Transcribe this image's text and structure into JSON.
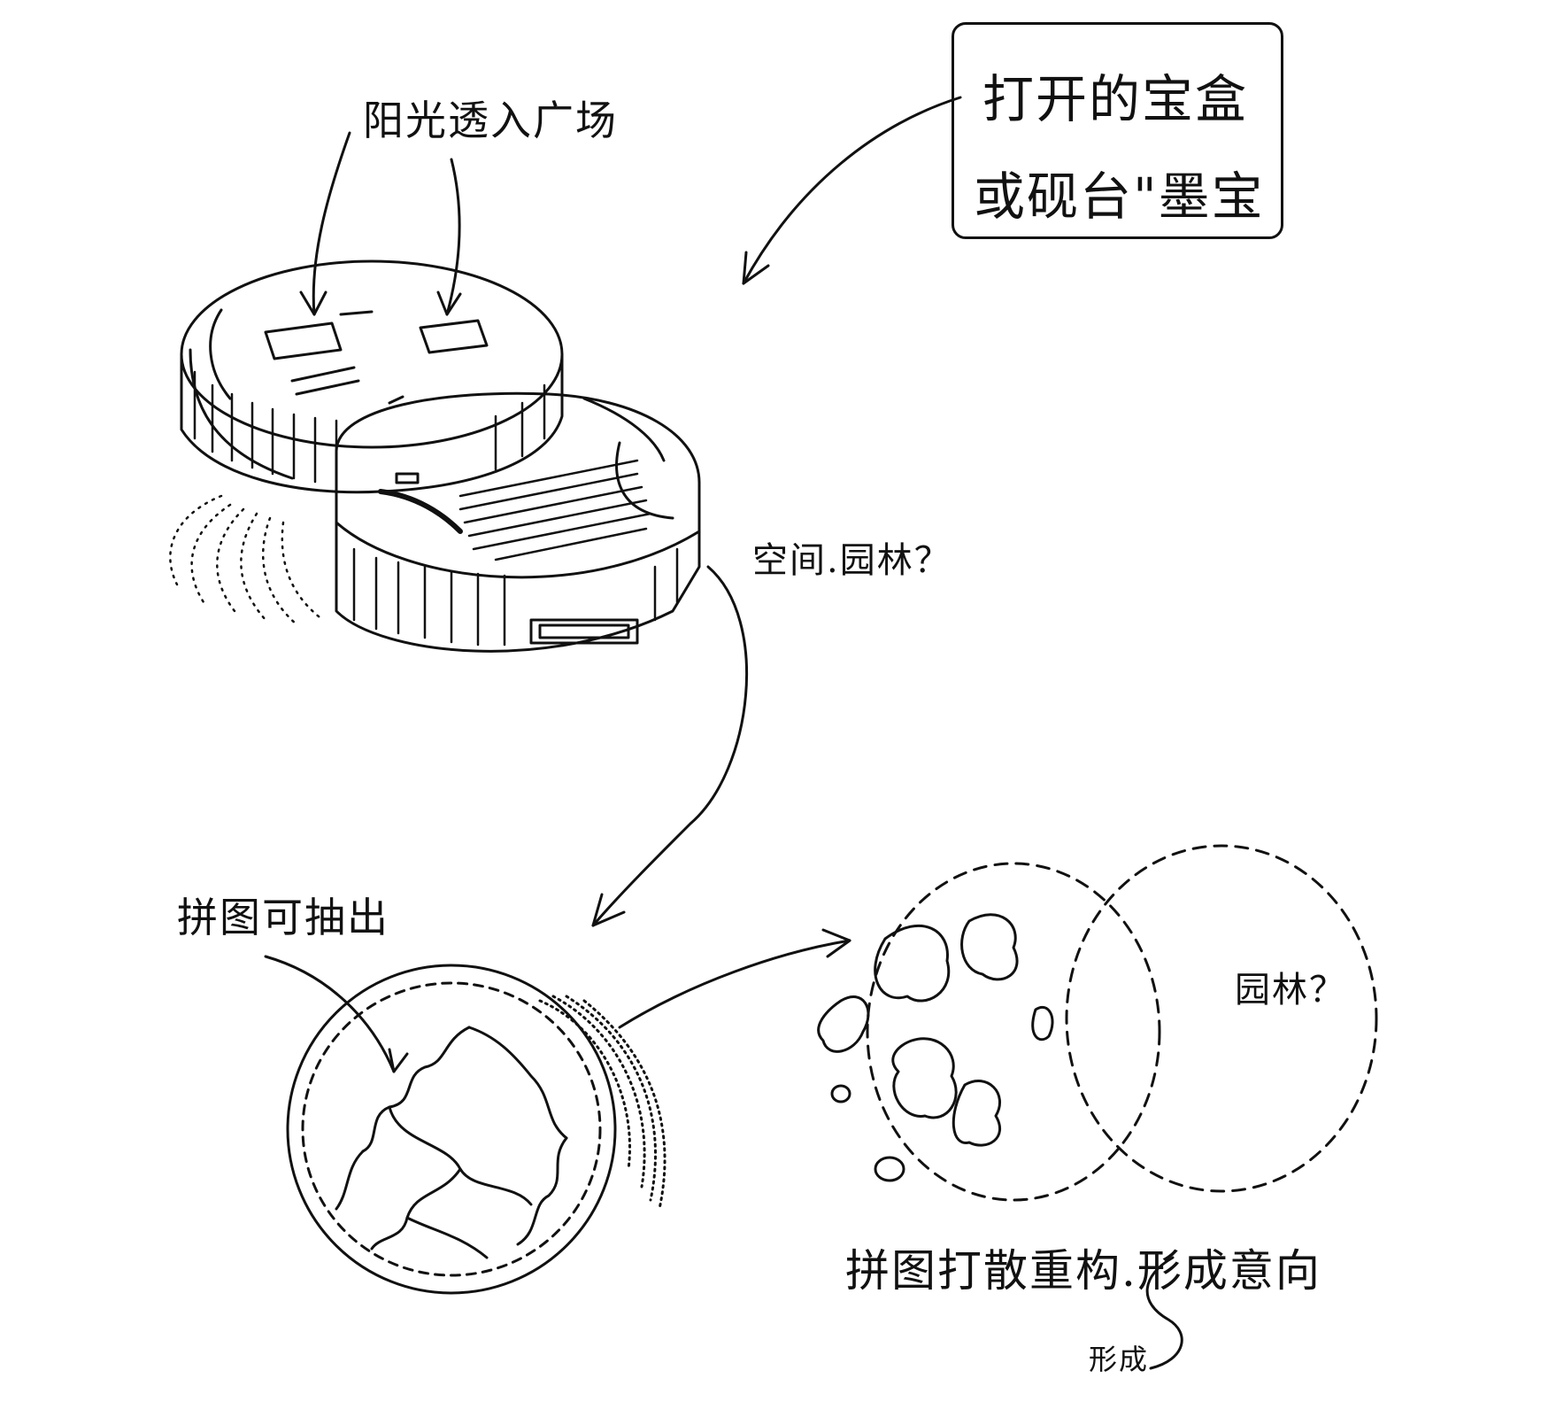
{
  "labels": {
    "note_line_1": "打开的宝盒",
    "note_line_2": "或砚台\"墨宝",
    "sunlight": "阳光透入广场",
    "space_garden": "空间.园林？",
    "extract": "拼图可抽出",
    "garden_q": "园林？",
    "restructure": "拼图打散重构.形成意向",
    "form": "形成"
  },
  "colors": {
    "ink": "#111111",
    "paper": "#ffffff"
  }
}
